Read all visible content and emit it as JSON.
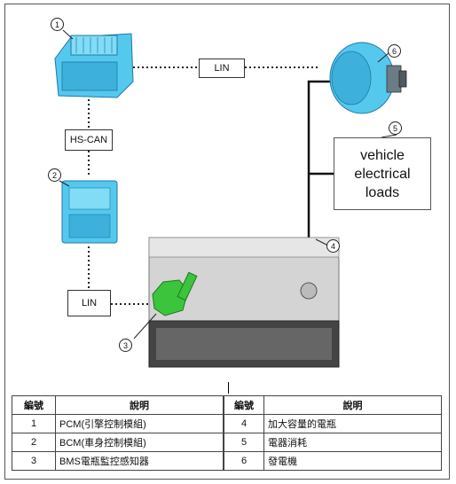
{
  "diagram": {
    "components": [
      {
        "number": "1"
      },
      {
        "number": "2"
      },
      {
        "number": "3"
      },
      {
        "number": "4"
      },
      {
        "number": "5"
      },
      {
        "number": "6"
      }
    ],
    "links": {
      "lin_top": "LIN",
      "hs_can": "HS-CAN",
      "lin_bottom": "LIN"
    },
    "loads_box": {
      "line1": "vehicle",
      "line2": "electrical",
      "line3": "loads"
    },
    "colors": {
      "module_blue": "#55c8ee",
      "sensor_green": "#3cc43c",
      "battery_gray": "#d4d4d4"
    }
  },
  "legend_left": {
    "headers": [
      "編號",
      "說明"
    ],
    "rows": [
      {
        "num": "1",
        "desc": "PCM(引擎控制模組)"
      },
      {
        "num": "2",
        "desc": "BCM(車身控制模組)"
      },
      {
        "num": "3",
        "desc": "BMS電瓶監控感知器"
      }
    ]
  },
  "legend_right": {
    "headers": [
      "編號",
      "說明"
    ],
    "rows": [
      {
        "num": "4",
        "desc": "加大容量的電瓶"
      },
      {
        "num": "5",
        "desc": "電器消耗"
      },
      {
        "num": "6",
        "desc": "發電機"
      }
    ]
  }
}
